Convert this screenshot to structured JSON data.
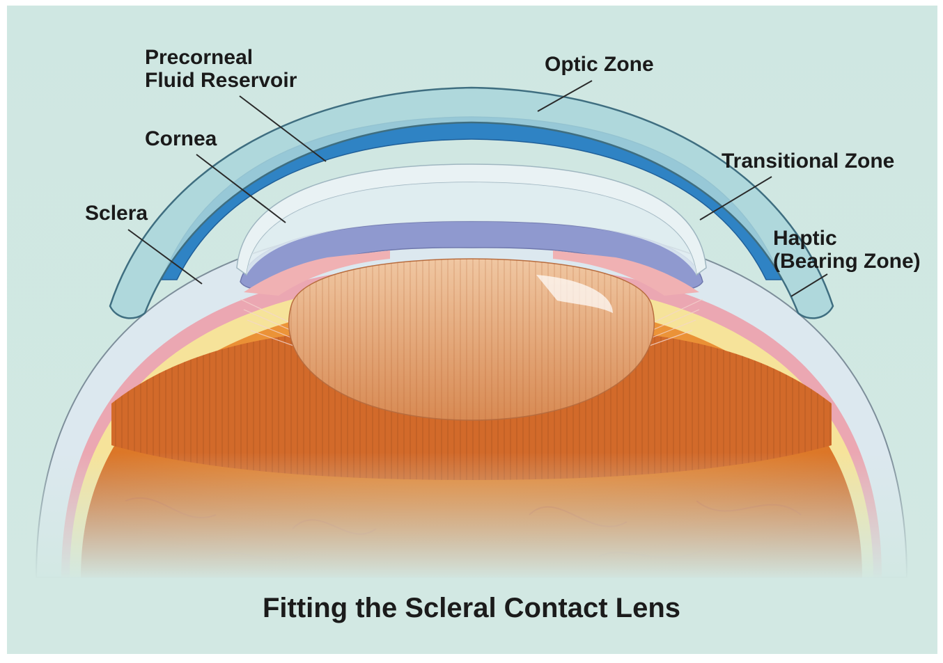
{
  "labels": {
    "precorneal_line1": "Precorneal",
    "precorneal_line2": "Fluid Reservoir",
    "optic_zone": "Optic Zone",
    "cornea": "Cornea",
    "transitional_zone": "Transitional Zone",
    "sclera": "Sclera",
    "haptic_line1": "Haptic",
    "haptic_line2": "(Bearing Zone)"
  },
  "caption": "Fitting the Scleral Contact Lens",
  "colors": {
    "background": "#cfe6e1",
    "lens": "#a9d6da",
    "fluid_reservoir": "#2f83c4",
    "iris": "#8e98cc",
    "retina": "#e3822f",
    "sclera": "#d9e6ee"
  }
}
